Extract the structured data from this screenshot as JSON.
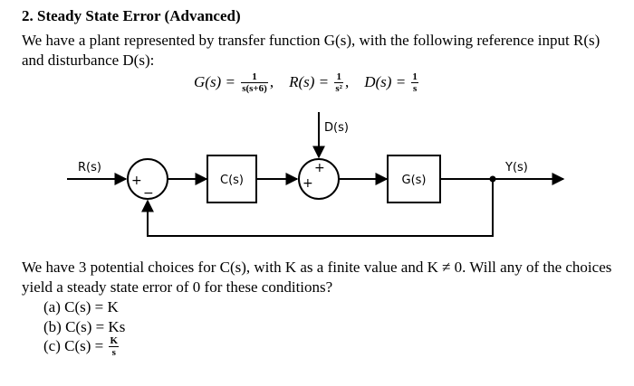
{
  "title": "2. Steady State Error (Advanced)",
  "intro_line1": "We have a plant represented by transfer function G(s), with the following reference input R(s)",
  "intro_line2": "and disturbance D(s):",
  "equations": {
    "g_lhs": "G(s) = ",
    "g_num": "1",
    "g_den": "s(s+6)",
    "g_sep": ",",
    "r_lhs": "R(s) = ",
    "r_num": "1",
    "r_den": "s²",
    "r_sep": ",",
    "d_lhs": "D(s) = ",
    "d_num": "1",
    "d_den": "s"
  },
  "diagram": {
    "input_label": "R(s)",
    "output_label": "Y(s)",
    "disturbance_label": "D(s)",
    "controller_label": "C(s)",
    "plant_label": "G(s)",
    "sum1_plus": "+",
    "sum1_minus": "−",
    "sum2_plus_left": "+",
    "sum2_plus_top": "+"
  },
  "question_line1": "We have 3 potential choices for C(s), with K as a finite value and K ≠ 0. Will any of the choices",
  "question_line2": "yield a steady state error of 0 for these conditions?",
  "choices": {
    "a": "(a) C(s) = K",
    "b": "(b) C(s) = Ks",
    "c_prefix": "(c) C(s) = ",
    "c_num": "K",
    "c_den": "s"
  }
}
